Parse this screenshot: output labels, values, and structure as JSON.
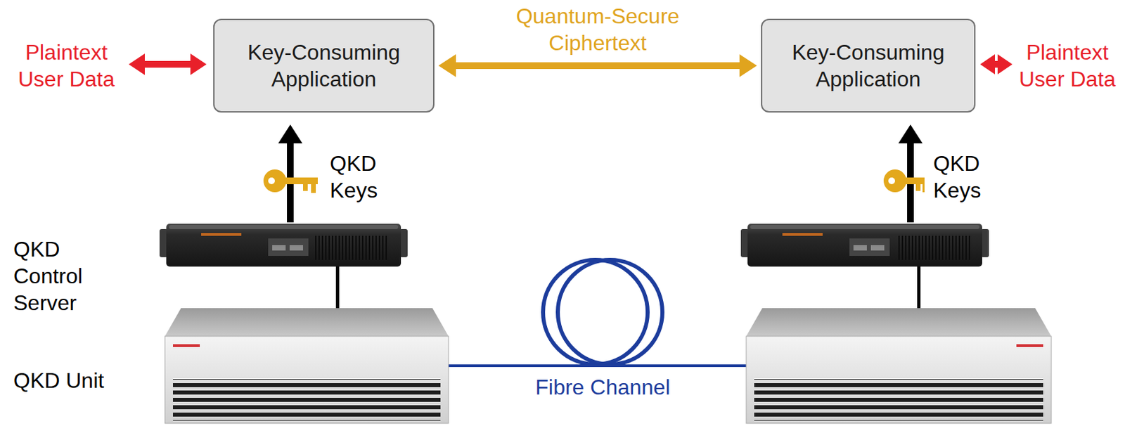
{
  "diagram": {
    "nodes": [
      {
        "text": [
          "Key-Consuming Application"
        ]
      },
      {
        "text": [
          "Key-Consuming Application"
        ]
      }
    ],
    "edges": [
      {
        "from": 0,
        "to": 1,
        "arrow": "both",
        "label": "Quantum-Secure Ciphertext"
      }
    ],
    "labels": [
      "Plaintext User Data",
      "Plaintext User Data",
      "QKD Keys",
      "QKD Keys",
      "QKD Control Server",
      "QKD Unit",
      "Fibre Channel"
    ]
  }
}
